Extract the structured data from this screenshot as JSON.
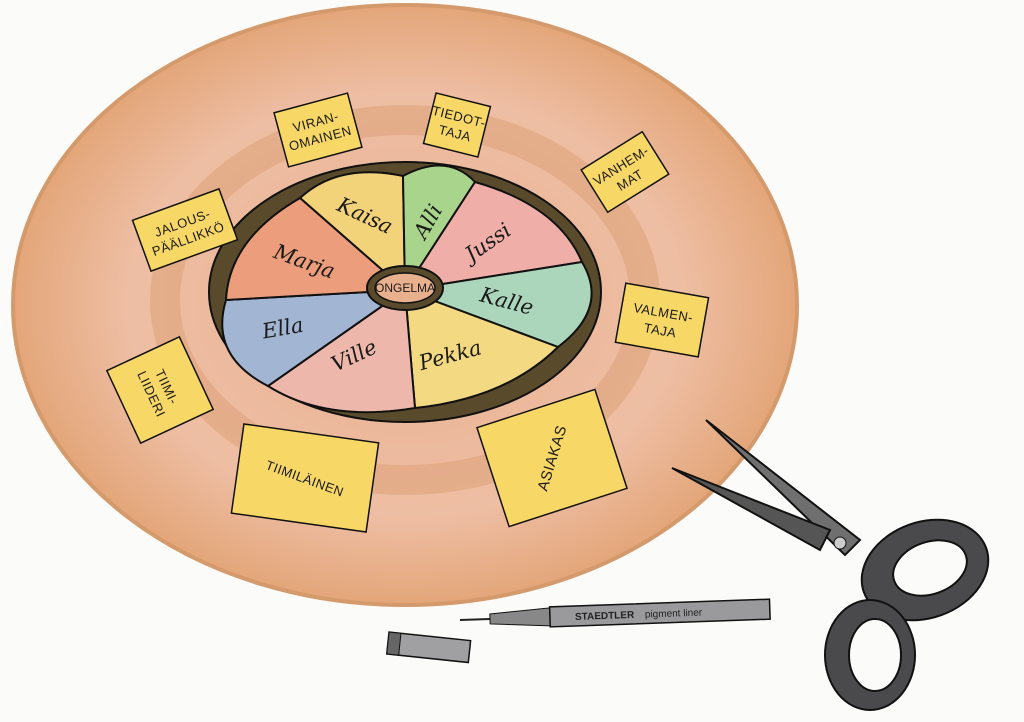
{
  "center": {
    "label": "ONGELMA"
  },
  "wheel": [
    {
      "name": "Kaisa",
      "color": "#f3d37a"
    },
    {
      "name": "Alli",
      "color": "#a9d48c"
    },
    {
      "name": "Jussi",
      "color": "#efafa8"
    },
    {
      "name": "Kalle",
      "color": "#acd6bb"
    },
    {
      "name": "Pekka",
      "color": "#f3d982"
    },
    {
      "name": "Ville",
      "color": "#eeb7ab"
    },
    {
      "name": "Ella",
      "color": "#a2b6d3"
    },
    {
      "name": "Marja",
      "color": "#ec9d7c"
    }
  ],
  "notes": [
    {
      "line1": "VIRAN-",
      "line2": "OMAINEN"
    },
    {
      "line1": "TIEDOT-",
      "line2": "TAJA"
    },
    {
      "line1": "VANHEM-",
      "line2": "MAT"
    },
    {
      "line1": "JALOUS-",
      "line2": "PÄÄLLIKKÖ"
    },
    {
      "line1": "VALMEN-",
      "line2": "TAJA"
    },
    {
      "line1": "TIIMI-",
      "line2": "LIIDERI"
    },
    {
      "line1": "TIIMILÄINEN",
      "line2": ""
    },
    {
      "line1": "ASIAKAS",
      "line2": ""
    }
  ],
  "pen": {
    "brand": "STAEDTLER",
    "model": "pigment liner"
  },
  "colors": {
    "plate": "#eab59a",
    "plate_edge": "#d89a6a",
    "note": "#f7d766",
    "rim": "#5a4a2c"
  }
}
